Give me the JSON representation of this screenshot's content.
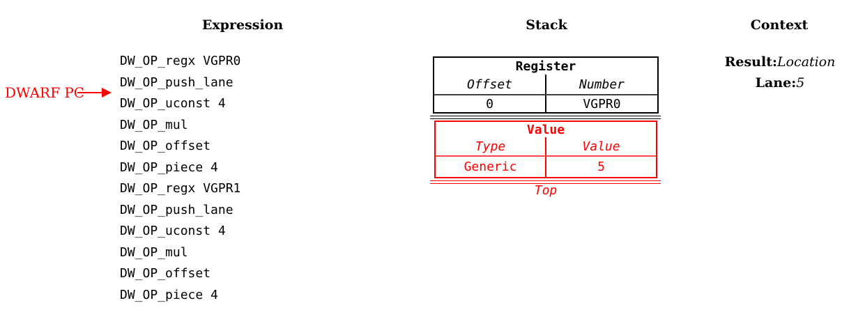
{
  "expression": {
    "header": "Expression",
    "pc_label": "DWARF PC",
    "instructions": [
      "DW_OP_regx VGPR0",
      "DW_OP_push_lane",
      "DW_OP_uconst 4",
      "DW_OP_mul",
      "DW_OP_offset",
      "DW_OP_piece 4",
      "DW_OP_regx VGPR1",
      "DW_OP_push_lane",
      "DW_OP_uconst 4",
      "DW_OP_mul",
      "DW_OP_offset",
      "DW_OP_piece 4"
    ]
  },
  "stack": {
    "header": "Stack",
    "entries": [
      {
        "title": "Register",
        "col1_header": "Offset",
        "col2_header": "Number",
        "col1_value": "0",
        "col2_value": "VGPR0",
        "color": "#000000"
      },
      {
        "title": "Value",
        "col1_header": "Type",
        "col2_header": "Value",
        "col1_value": "Generic",
        "col2_value": "5",
        "color": "#ff0000"
      }
    ],
    "top_label": "Top"
  },
  "context": {
    "header": "Context",
    "fields": [
      {
        "label": "Result:",
        "value": "Location"
      },
      {
        "label": "Lane:",
        "value": "5"
      }
    ]
  },
  "colors": {
    "annotation_red": "#ff0000",
    "table_black": "#000000",
    "divider_gray": "#3f3f3f"
  }
}
